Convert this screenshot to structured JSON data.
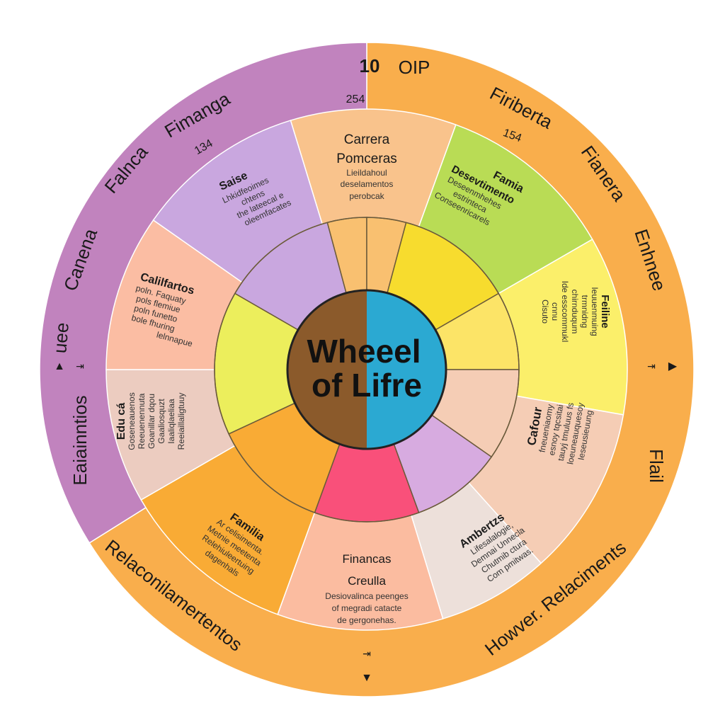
{
  "center": {
    "line1": "Wheeel",
    "line2": "of Lifre",
    "colors": [
      "#8b5a2b",
      "#2ba9d2"
    ]
  },
  "outer_ring": {
    "colors": {
      "left": "#c183be",
      "right": "#f9ae4c"
    },
    "top_bold": "10",
    "top_label": "OIP",
    "top_number": "254",
    "labels": [
      "Fimanga",
      "134",
      "Falnca",
      "Canena",
      "uee",
      "Eaiainntios",
      "Relaconilamertentos",
      "Firiberta",
      "154",
      "Fianera",
      "Enhnee",
      "Flail",
      "Howver. Relaciments"
    ],
    "arrows": [
      "▲",
      "⇥",
      "⇥",
      "▶",
      "⇥",
      "▼"
    ]
  },
  "segments": [
    {
      "title": "Carrera",
      "subtitle": "Pomceras",
      "lines": [
        "Lieildahoul",
        "deselamentos",
        "perobcak"
      ],
      "color": "#f9c38c"
    },
    {
      "title": "Famia",
      "subtitle": "Desevtimento",
      "lines": [
        "Deseenmhehes",
        "estrinteca",
        "Conseenricarels"
      ],
      "color": "#b9dc55"
    },
    {
      "title": "Feiline",
      "lines": [
        "Ieuuenmuing",
        "trmnidng",
        "chirnduqum",
        "Ide esscommukl",
        "cnnu",
        "Cisuto"
      ],
      "color": "#fbef6a"
    },
    {
      "title": "Cafour",
      "lines": [
        "fneueniaomy",
        "esnoy tqcsitai",
        "tauyj tmuluus fs",
        "loeuneauquesoy",
        "Ieseusieuung"
      ],
      "color": "#f5cdb5"
    },
    {
      "title": "Ambertzs",
      "lines": [
        "Lifesalalogie,",
        "Demnai Unnecla",
        "Chutmib ctura",
        "Com pmitwas."
      ],
      "color": "#ede0da"
    },
    {
      "title": "Financas",
      "subtitle": "Creulla",
      "lines": [
        "Desiovalinca peenges",
        "of megradi catacte",
        "de gergonehas."
      ],
      "color": "#fbbca0"
    },
    {
      "title": "Familia",
      "lines": [
        "Ar celisimenta.",
        "Metnie meetenta",
        "Relehiuleertuing",
        "dagenhals"
      ],
      "color": "#f9ab35"
    },
    {
      "title": "Edu cá",
      "lines": [
        "Goseneauenos",
        "Reeuenennuta",
        "Goanillar dqou",
        "Gaaliosquzt",
        "Iaaliqlaeliaa",
        "Reeiaillaligtuuy"
      ],
      "color": "#ecccc0"
    },
    {
      "title": "Calilfartos",
      "lines": [
        "poln. Faquaty",
        "pols flemiue",
        "poln funetto",
        "bole fhuring",
        "lelnnapue"
      ],
      "color": "#fbbda3"
    },
    {
      "title": "Saise",
      "lines": [
        "Lhkidfeoimes",
        "chtens",
        "the lateecal e",
        "oleemfacates"
      ],
      "color": "#c9a7df"
    }
  ],
  "inner_ring_colors": [
    "#c9a7df",
    "#f9c070",
    "#f7dc2e",
    "#fce467",
    "#f5cdb5",
    "#d7abe0",
    "#f9507a",
    "#f9ab35",
    "#ecee5c"
  ]
}
